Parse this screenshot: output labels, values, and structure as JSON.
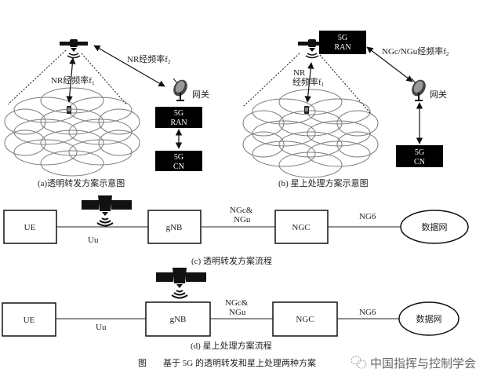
{
  "panel_a": {
    "caption": "(a)透明转发方案示意图",
    "uplink_label": "NR经频率f",
    "uplink_sub": "1",
    "feeder_label": "NR经频率f",
    "feeder_sub": "2",
    "gateway_label": "网关",
    "ran_box": [
      "5G",
      "RAN"
    ],
    "cn_box": [
      "5G",
      "CN"
    ]
  },
  "panel_b": {
    "caption": "(b) 星上处理方案示意图",
    "uplink_label_line1": "NR",
    "uplink_label_line2": "经频率f",
    "uplink_sub": "1",
    "feeder_label": "NGc/NGu经频率f",
    "feeder_sub": "2",
    "gateway_label": "网关",
    "ran_box": [
      "5G",
      "RAN"
    ],
    "cn_box": [
      "5G",
      "CN"
    ]
  },
  "panel_c": {
    "caption": "(c) 透明转发方案流程",
    "nodes": [
      "UE",
      "gNB",
      "NGC",
      "数据网"
    ],
    "links": [
      "Uu",
      "NGc&",
      "NGu",
      "NG6"
    ]
  },
  "panel_d": {
    "caption": "(d) 星上处理方案流程",
    "nodes": [
      "UE",
      "gNB",
      "NGC",
      "数据网"
    ],
    "links": [
      "Uu",
      "NGc&",
      "NGu",
      "NG6"
    ]
  },
  "figure_caption": {
    "prefix": "图",
    "text": "基于 5G 的透明转发和星上处理两种方案"
  },
  "watermark": "中国指挥与控制学会",
  "colors": {
    "box_fill": "#000000",
    "cell_stroke": "#7a7a7a",
    "line": "#222222"
  }
}
